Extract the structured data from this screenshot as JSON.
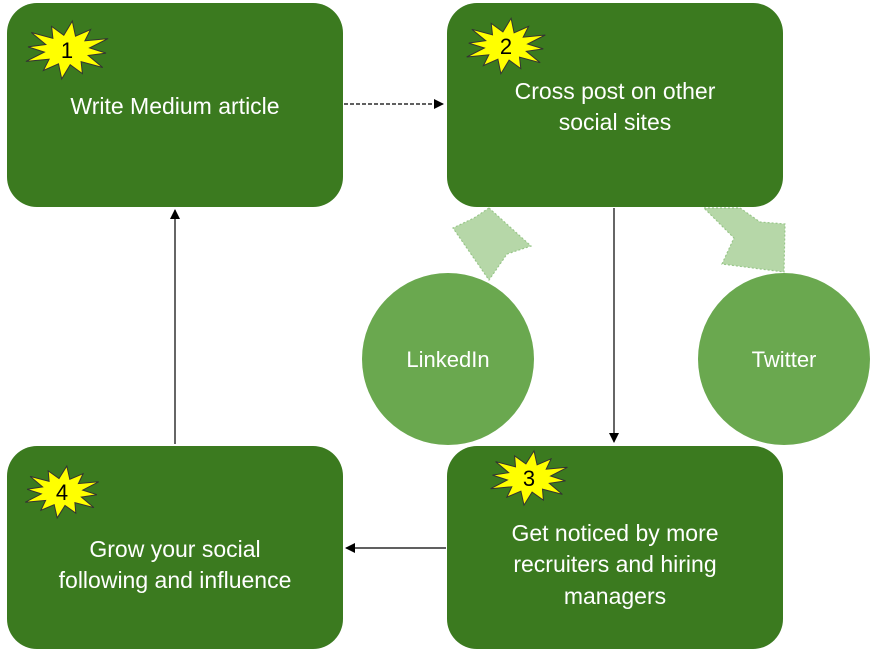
{
  "colors": {
    "box_fill": "#3b7a1f",
    "circle_fill": "#6aa84f",
    "badge_fill": "#ffff00",
    "big_arrow_fill": "#b6d7a8",
    "connector": "#000000",
    "text": "#ffffff"
  },
  "steps": [
    {
      "number": "1",
      "lines": [
        "Write Medium article"
      ]
    },
    {
      "number": "2",
      "lines": [
        "Cross post on other",
        "social sites"
      ]
    },
    {
      "number": "3",
      "lines": [
        "Get noticed by more",
        "recruiters and hiring",
        "managers"
      ]
    },
    {
      "number": "4",
      "lines": [
        "Grow your social",
        "following and influence"
      ]
    }
  ],
  "channels": [
    {
      "label": "LinkedIn"
    },
    {
      "label": "Twitter"
    }
  ]
}
